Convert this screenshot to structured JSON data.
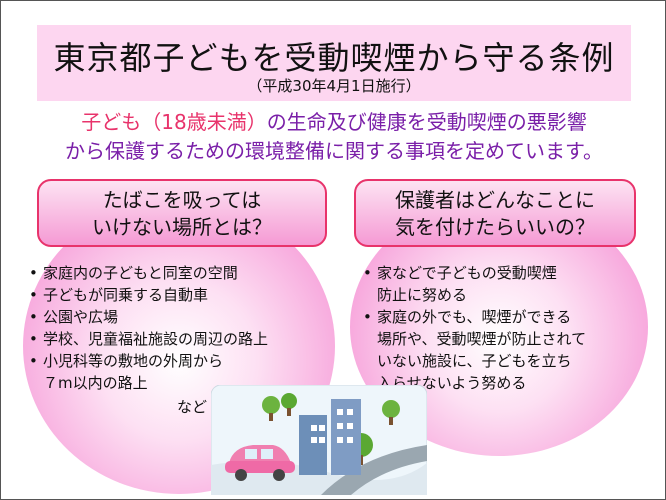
{
  "title": "東京都子どもを受動喫煙から守る条例",
  "subtitle": "（平成30年4月1日施行）",
  "intro": {
    "line1_red": "子ども（18歳未満）",
    "line1_rest": "の生命及び健康を受動喫煙の悪影響",
    "line2": "から保護するための環境整備に関する事項を定めています。"
  },
  "left": {
    "question_line1": "たばこを吸っては",
    "question_line2": "いけない場所とは？",
    "items": [
      "家庭内の子どもと同室の空間",
      "子どもが同乗する自動車",
      "公園や広場",
      "学校、児童福祉施設の周辺の路上",
      "小児科等の敷地の外周から"
    ],
    "item5_cont": "７m以内の路上",
    "etc": "など"
  },
  "right": {
    "question_line1": "保護者はどんなことに",
    "question_line2": "気を付けたらいいの？",
    "item1_line1": "家などで子どもの受動喫煙",
    "item1_line2": "防止に努める",
    "item2_line1": "家庭の外でも、喫煙ができる",
    "item2_line2": "場所や、受動喫煙が防止されて",
    "item2_line3": "いない施設に、子どもを立ち",
    "item2_line4": "入らせないよう努める"
  },
  "colors": {
    "accent_red": "#e8336b",
    "accent_purple": "#7a1fa8",
    "title_bg": "#fdd6f0",
    "circle_pink": "#f7a6dc"
  }
}
